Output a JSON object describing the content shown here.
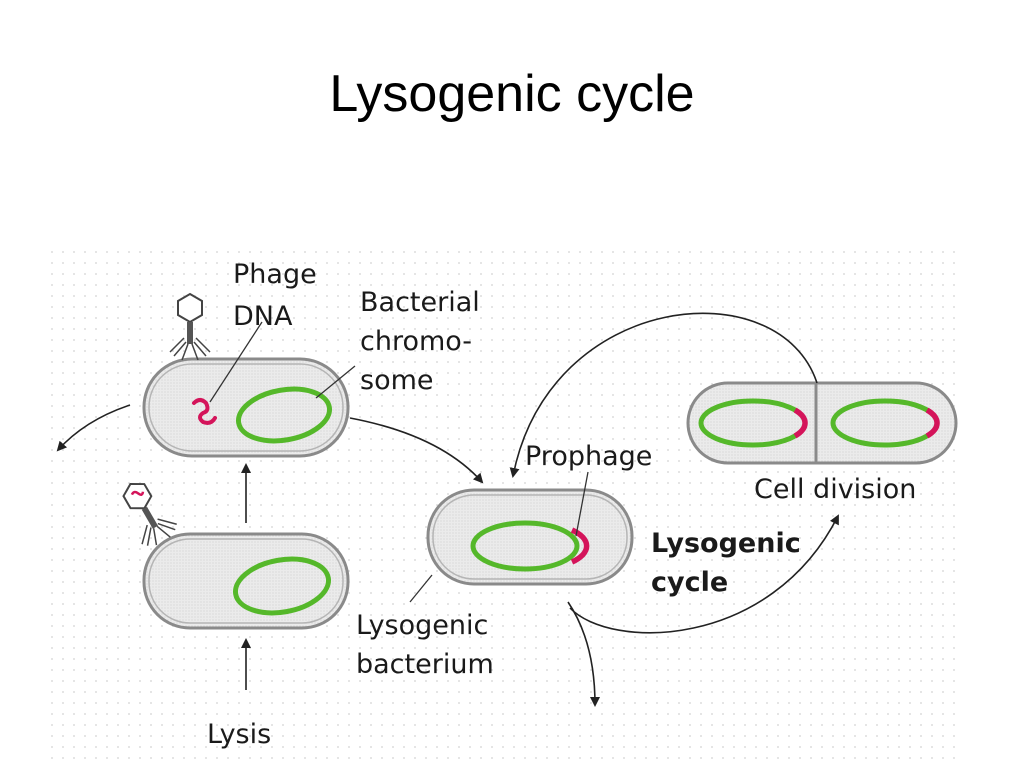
{
  "title": "Lysogenic cycle",
  "labels": {
    "phage_dna": [
      "Phage",
      "DNA"
    ],
    "bacterial_chromosome": [
      "Bacterial",
      "chromo-",
      "some"
    ],
    "prophage": "Prophage",
    "cell_division": "Cell division",
    "lysogenic_cycle": [
      "Lysogenic",
      "cycle"
    ],
    "lysogenic_bacterium": [
      "Lysogenic",
      "bacterium"
    ],
    "lysis": "Lysis"
  },
  "colors": {
    "chromosome": "#55b82a",
    "phage_dna": "#d4145a",
    "cell_fill": "#e6e6e6",
    "cell_outline": "#8a8a8a",
    "grid_dot": "#d2d2d2"
  }
}
